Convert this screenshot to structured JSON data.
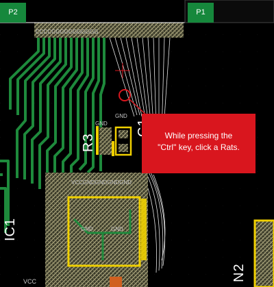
{
  "connectors": {
    "left_label": "P2",
    "right_label": "P1"
  },
  "callout": {
    "line1": "While pressing the",
    "line2": "\"Ctrl\" key, click a Rats."
  },
  "board_labels": {
    "r3": "R3",
    "c1": "C1",
    "ic1": "IC1",
    "n2": "N2",
    "vcc": "VCC",
    "gnd": "GND",
    "pad_pattern": "CCCCGGGGGGGGGGG",
    "chip_pins": "VCCGNDGNDGNDGND"
  },
  "colors": {
    "background": "#000000",
    "trace": "#1e8a3c",
    "pad_hatch": "#8a8a6a",
    "outline": "#f0d000",
    "ratsnest": "#ffffff",
    "callout": "#d9161e"
  },
  "icons": {
    "red_circle_marker": "circle",
    "cursor_crosshair": "crosshair"
  }
}
